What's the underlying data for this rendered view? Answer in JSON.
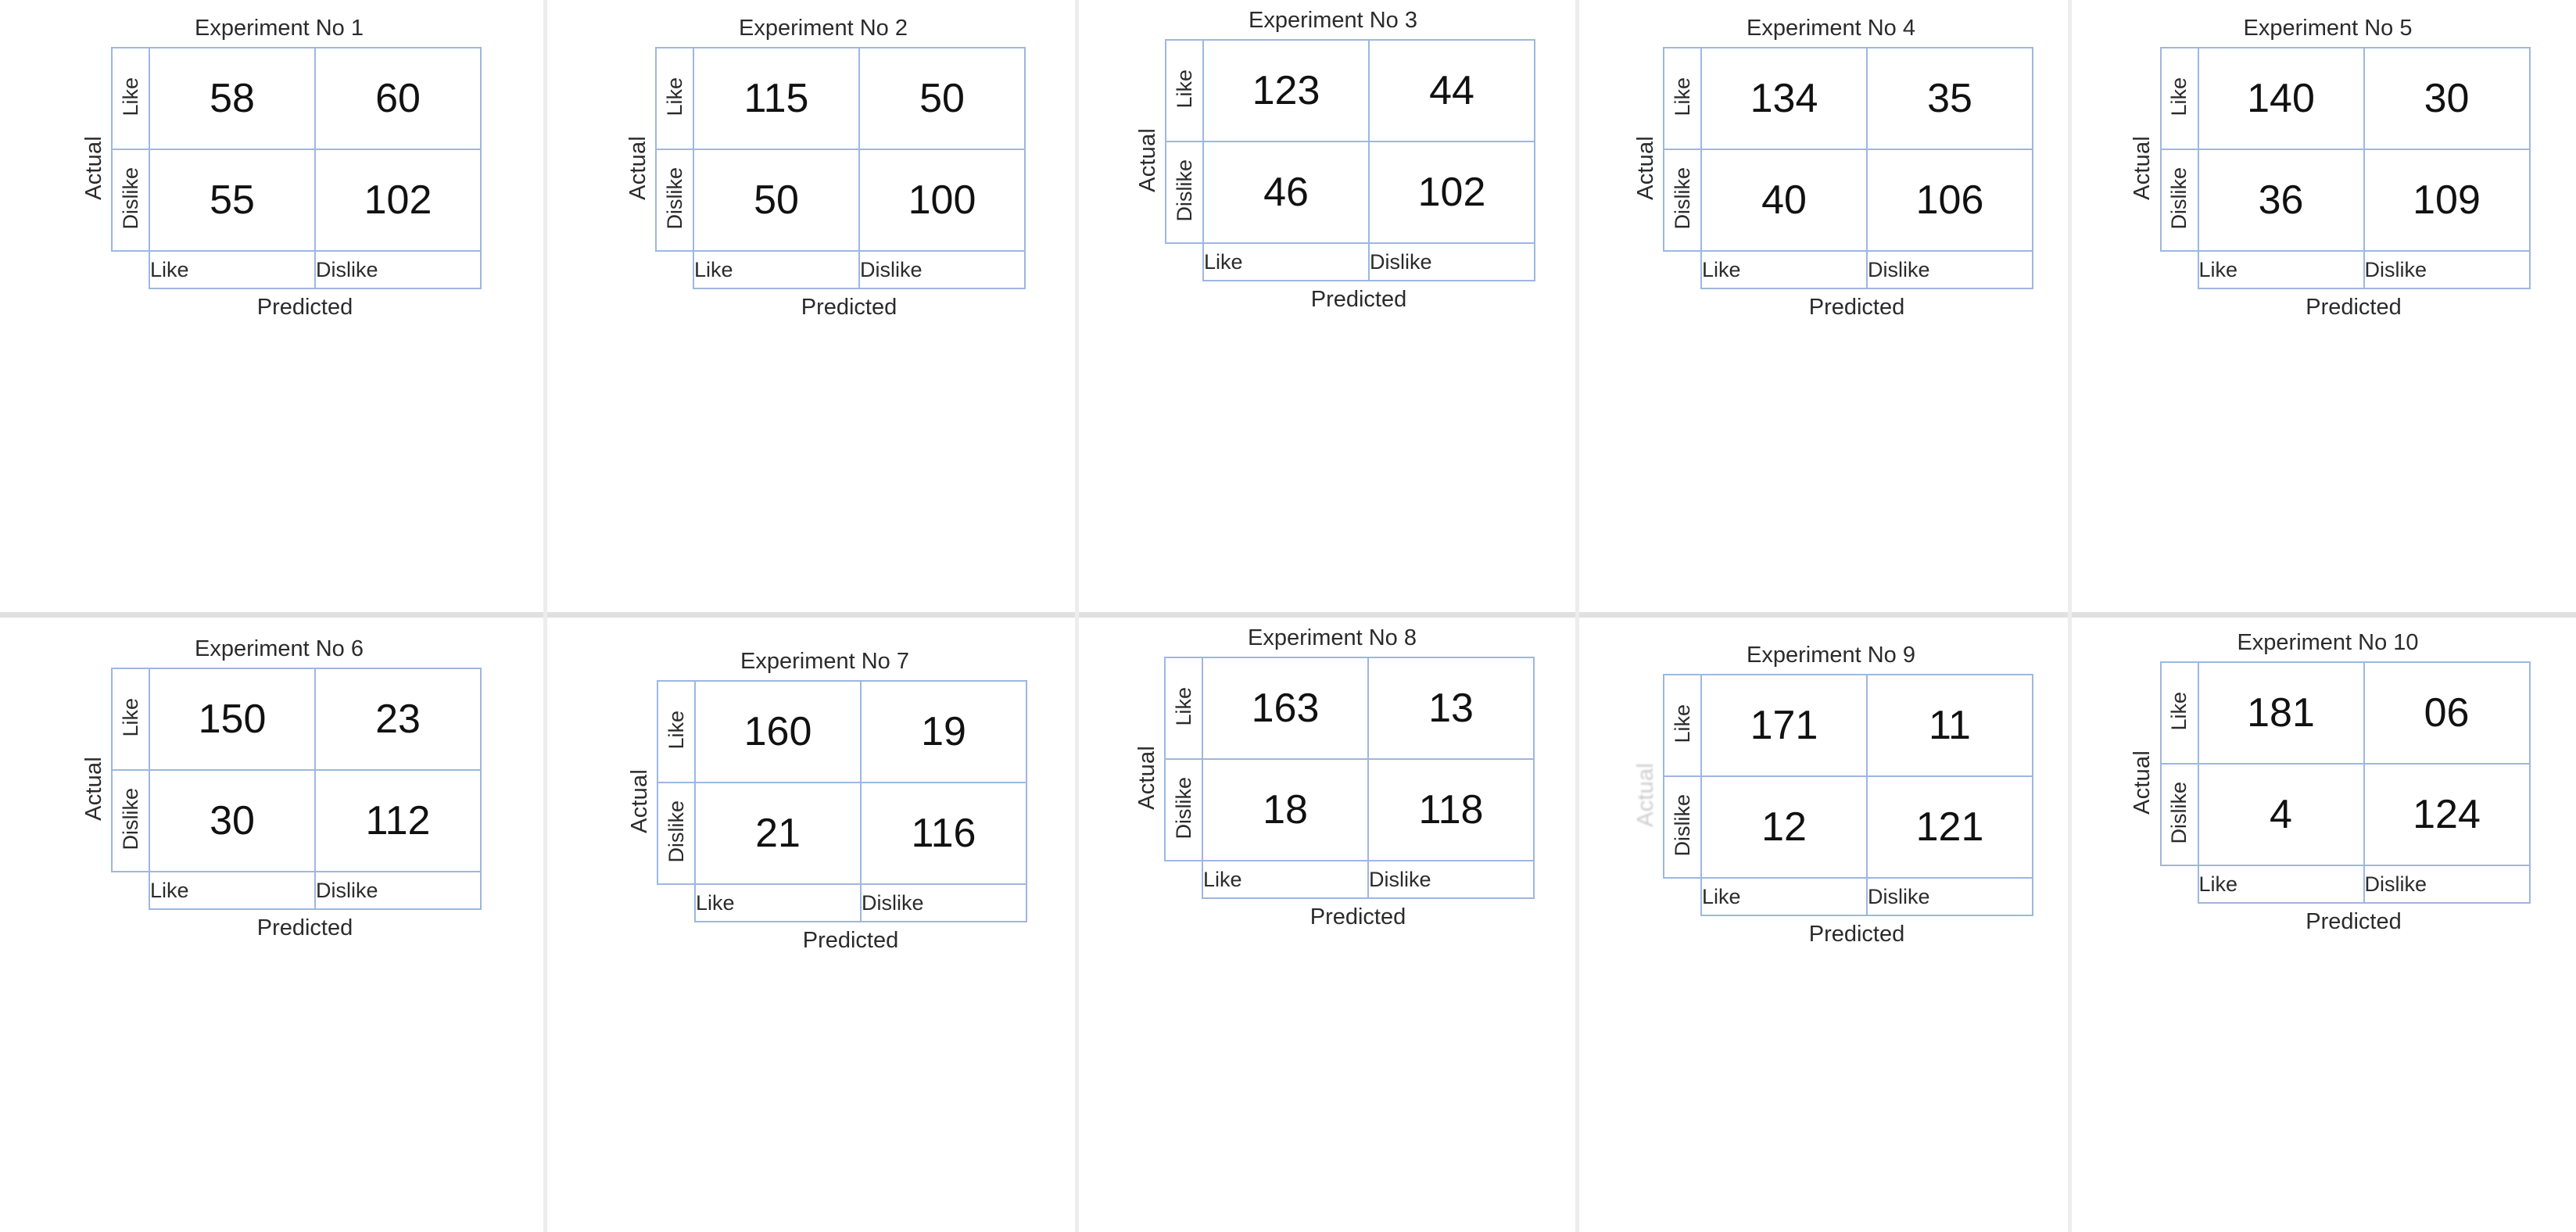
{
  "figure": {
    "kind": "confusion-matrix-grid",
    "rows": 2,
    "columns": 5,
    "panel_count": 10
  },
  "labels": {
    "y_axis": "Actual",
    "x_axis": "Predicted",
    "row_headers": [
      "Like",
      "Dislike"
    ],
    "column_headers": [
      "Like",
      "Dislike"
    ]
  },
  "colors": {
    "border": "#9db7e0",
    "text": "#1b1b1b",
    "separator": "#e0e0e0",
    "background": "#ffffff"
  },
  "chart_data": {
    "type": "table",
    "title": "",
    "xlabel": "Predicted",
    "ylabel": "Actual",
    "categories": [
      "Like",
      "Dislike"
    ],
    "panels": [
      {
        "title": "Experiment No 1",
        "matrix": [
          [
            58,
            60
          ],
          [
            55,
            102
          ]
        ],
        "cells": {
          "tp": "58",
          "fn": "60",
          "fp": "55",
          "tn": "102"
        }
      },
      {
        "title": "Experiment No 2",
        "matrix": [
          [
            115,
            50
          ],
          [
            50,
            100
          ]
        ],
        "cells": {
          "tp": "115",
          "fn": "50",
          "fp": "50",
          "tn": "100"
        }
      },
      {
        "title": "Experiment No 3",
        "matrix": [
          [
            123,
            44
          ],
          [
            46,
            102
          ]
        ],
        "cells": {
          "tp": "123",
          "fn": "44",
          "fp": "46",
          "tn": "102"
        }
      },
      {
        "title": "Experiment No 4",
        "matrix": [
          [
            134,
            35
          ],
          [
            40,
            106
          ]
        ],
        "cells": {
          "tp": "134",
          "fn": "35",
          "fp": "40",
          "tn": "106"
        }
      },
      {
        "title": "Experiment No 5",
        "matrix": [
          [
            140,
            30
          ],
          [
            36,
            109
          ]
        ],
        "cells": {
          "tp": "140",
          "fn": "30",
          "fp": "36",
          "tn": "109"
        }
      },
      {
        "title": "Experiment No 6",
        "matrix": [
          [
            150,
            23
          ],
          [
            30,
            112
          ]
        ],
        "cells": {
          "tp": "150",
          "fn": "23",
          "fp": "30",
          "tn": "112"
        }
      },
      {
        "title": "Experiment No 7",
        "matrix": [
          [
            160,
            19
          ],
          [
            21,
            116
          ]
        ],
        "cells": {
          "tp": "160",
          "fn": "19",
          "fp": "21",
          "tn": "116"
        }
      },
      {
        "title": "Experiment No 8",
        "matrix": [
          [
            163,
            13
          ],
          [
            18,
            118
          ]
        ],
        "cells": {
          "tp": "163",
          "fn": "13",
          "fp": "18",
          "tn": "118"
        }
      },
      {
        "title": "Experiment No 9",
        "matrix": [
          [
            171,
            11
          ],
          [
            12,
            121
          ]
        ],
        "cells": {
          "tp": "171",
          "fn": "11",
          "fp": "12",
          "tn": "121"
        }
      },
      {
        "title": "Experiment No 10",
        "matrix": [
          [
            181,
            6
          ],
          [
            4,
            124
          ]
        ],
        "cells": {
          "tp": "181",
          "fn": "06",
          "fp": "4",
          "tn": "124"
        }
      }
    ]
  }
}
